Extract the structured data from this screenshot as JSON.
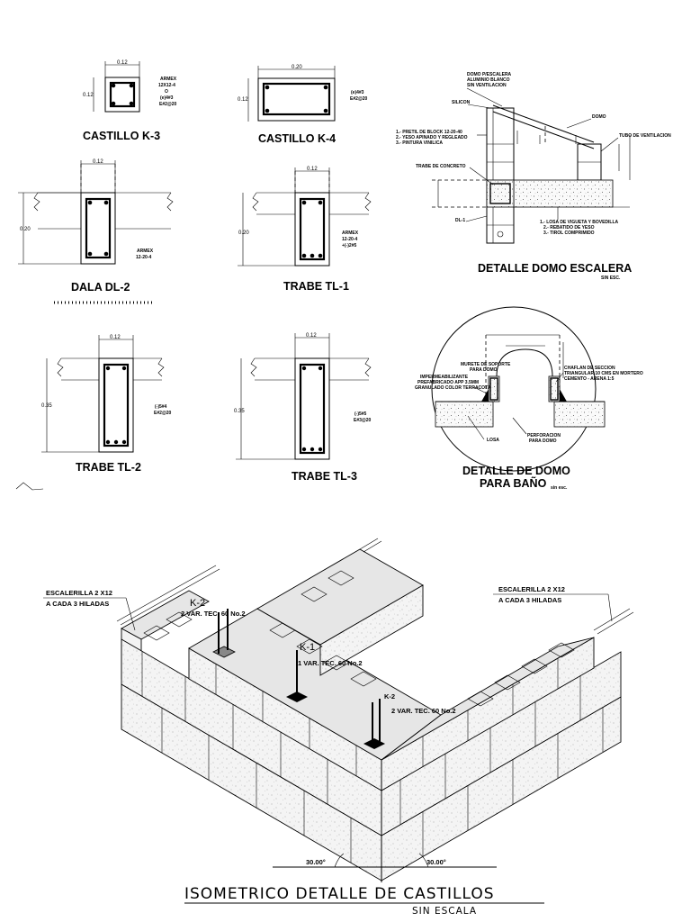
{
  "sections": {
    "k3": {
      "title": "CASTILLO K-3",
      "dim_top": "0.12",
      "dim_side": "0.12",
      "note_lines": [
        "ARMEX",
        "12X12-4",
        "O",
        "(e)4#3",
        "E#2@20"
      ]
    },
    "k4": {
      "title": "CASTILLO K-4",
      "dim_top": "0.20",
      "dim_side": "0.12",
      "note_lines": [
        "(e)4#3",
        "E#2@20"
      ]
    },
    "dl2": {
      "title": "DALA DL-2",
      "dim_top": "0.12",
      "dim_side": "0.20",
      "note_lines": [
        "ARMEX",
        "12-20-4"
      ]
    },
    "tl1": {
      "title": "TRABE TL-1",
      "dim_top": "0.12",
      "dim_side": "0.20",
      "note_lines": [
        "ARMEX",
        "12-20-4",
        "+(-)2#5"
      ]
    },
    "tl2": {
      "title": "TRABE TL-2",
      "dim_top": "0.12",
      "dim_side": "0.35",
      "note_lines": [
        "(-)5#4",
        "E#2@20"
      ]
    },
    "tl3": {
      "title": "TRABE TL-3",
      "dim_top": "0.12",
      "dim_side": "0.35",
      "note_lines": [
        "(-)5#5",
        "E#3@20"
      ]
    }
  },
  "domo_escalera": {
    "title": "DETALLE DOMO ESCALERA",
    "subtitle": "SIN ESC.",
    "labels": {
      "domo_top": [
        "DOMO P/ESCALERA",
        "ALUMINIO BLANCO",
        "SIN VENTILACION"
      ],
      "silicon": "SILICON",
      "domo": "DOMO",
      "pretil": [
        "1.- PRETIL DE BLOCK 12-20-40",
        "2.- YESO APINADO Y REGLEADO",
        "3.- PINTURA VINILICA"
      ],
      "tubo": "TUBO DE VENTILACION",
      "trabe": "TRABE DE CONCRETO",
      "dl1": "DL-1",
      "losa": [
        "1.- LOSA DE VIGUETA Y BOVEDILLA",
        "2.- REBATIDO DE YESO",
        "3.- TIROL COMPRIMIDO"
      ]
    }
  },
  "domo_bano": {
    "title_1": "DETALLE DE DOMO",
    "title_2": "PARA BAÑO",
    "subtitle": "sin esc.",
    "labels": {
      "murete": [
        "MURETE DE SOPORTE",
        "PARA DOMO"
      ],
      "imper": [
        "IMPERMEABILIZANTE",
        "PREFABRICADO APP 3.5MM",
        "GRANULADO COLOR TERRACOTA"
      ],
      "chaflan": [
        "CHAFLAN DE SECCION",
        "TRIANGULAR 10 CMS EN MORTERO",
        "CEMENTO - ARENA 1:5"
      ],
      "losa": "LOSA",
      "perforacion": [
        "PERFORACION",
        "PARA DOMO"
      ]
    }
  },
  "isometric": {
    "escalerilla_left": [
      "ESCALERILLA 2 X12",
      "A CADA 3 HILADAS"
    ],
    "escalerilla_right": [
      "ESCALERILLA 2 X12",
      "A CADA 3 HILADAS"
    ],
    "k2_left": {
      "tag": "K-2",
      "detail": "2 VAR. TEC. 60 No.2"
    },
    "k1": {
      "tag": "K-1",
      "detail": "1 VAR. TEC. 60 No.2"
    },
    "k2_right": {
      "tag": "K-2",
      "detail": "2 VAR. TEC. 60 No.2"
    },
    "angle_left": "30.00°",
    "angle_right": "30.00°",
    "footer_title": "ISOMETRICO DETALLE DE CASTILLOS",
    "footer_sub": "SIN ESCALA"
  }
}
